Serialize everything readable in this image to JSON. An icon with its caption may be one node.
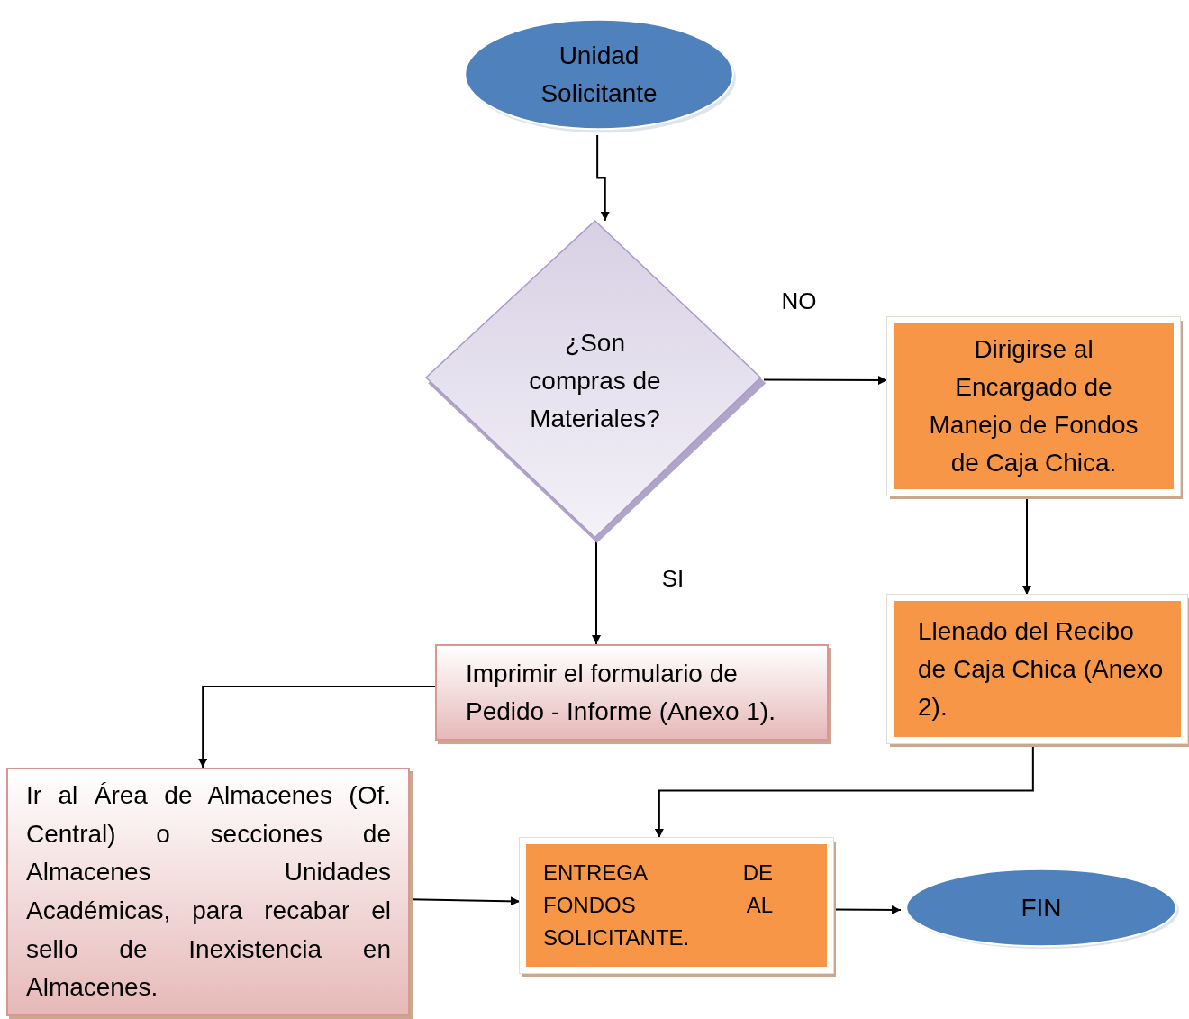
{
  "diagram": {
    "nodes": [
      {
        "text": [
          "Unidad Solicitante"
        ]
      },
      {
        "text": [
          "¿Son compras de Materiales?"
        ]
      },
      {
        "text": [
          "Dirigirse al Encargado de Manejo de Fondos de Caja Chica."
        ]
      },
      {
        "text": [
          "Llenado del Recibo de Caja Chica (Anexo 2)."
        ]
      },
      {
        "text": [
          "Imprimir el formulario de Pedido - Informe (Anexo 1)."
        ]
      },
      {
        "text": [
          "Ir al Área de Almacenes (Of. Central) o secciones de Almacenes Unidades Académicas, para recabar el sello de Inexistencia en Almacenes."
        ]
      },
      {
        "text": [
          "ENTREGA DE FONDOS AL SOLICITANTE."
        ]
      },
      {
        "text": [
          "FIN"
        ]
      }
    ],
    "edges": [
      {
        "from": 0,
        "to": 1,
        "arrow": "to"
      },
      {
        "from": 1,
        "to": 2,
        "arrow": "to",
        "label": "NO"
      },
      {
        "from": 2,
        "to": 3,
        "arrow": "to"
      },
      {
        "from": 1,
        "to": 4,
        "arrow": "to",
        "label": "SI"
      },
      {
        "from": 4,
        "to": 5,
        "arrow": "to"
      },
      {
        "from": 3,
        "to": 6,
        "arrow": "to"
      },
      {
        "from": 5,
        "to": 6,
        "arrow": "to"
      },
      {
        "from": 6,
        "to": 7,
        "arrow": "to"
      }
    ]
  }
}
